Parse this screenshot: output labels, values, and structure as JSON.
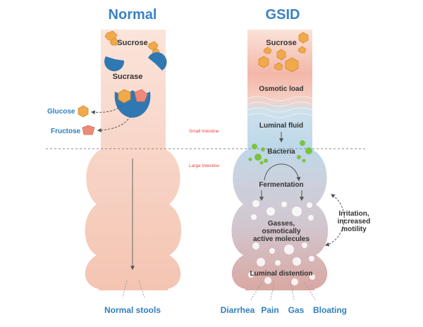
{
  "titles": {
    "left": "Normal",
    "right": "GSID"
  },
  "normal": {
    "sucrose": "Sucrose",
    "sucrase": "Sucrase",
    "glucose": "Glucose",
    "fructose": "Fructose",
    "outcome": "Normal stools"
  },
  "regions": {
    "small": "Small Intestine",
    "large": "Large Intestine"
  },
  "gsid": {
    "sucrose": "Sucrose",
    "osmotic_load": "Osmotic load",
    "luminal_fluid": "Luminal fluid",
    "bacteria": "Bacteria",
    "fermentation": "Fermentation",
    "gasses_1": "Gasses,",
    "gasses_2": "osmotically",
    "gasses_3": "active molecules",
    "distention": "Luminal distention",
    "irritation_1": "Irritation,",
    "irritation_2": "increased",
    "irritation_3": "motility",
    "symptoms": [
      "Diarrhea",
      "Pain",
      "Gas",
      "Bloating"
    ]
  },
  "colors": {
    "title_blue": "#3a82c4",
    "label_blue": "#2f7fbf",
    "sucrose_orange": "#f0a94b",
    "fructose_pink": "#ef8a7a",
    "enzyme_blue": "#2f78b2",
    "bacteria_green": "#7cc242",
    "tissue_pink": "#f6c8b8",
    "divider_red": "#e0463f"
  }
}
